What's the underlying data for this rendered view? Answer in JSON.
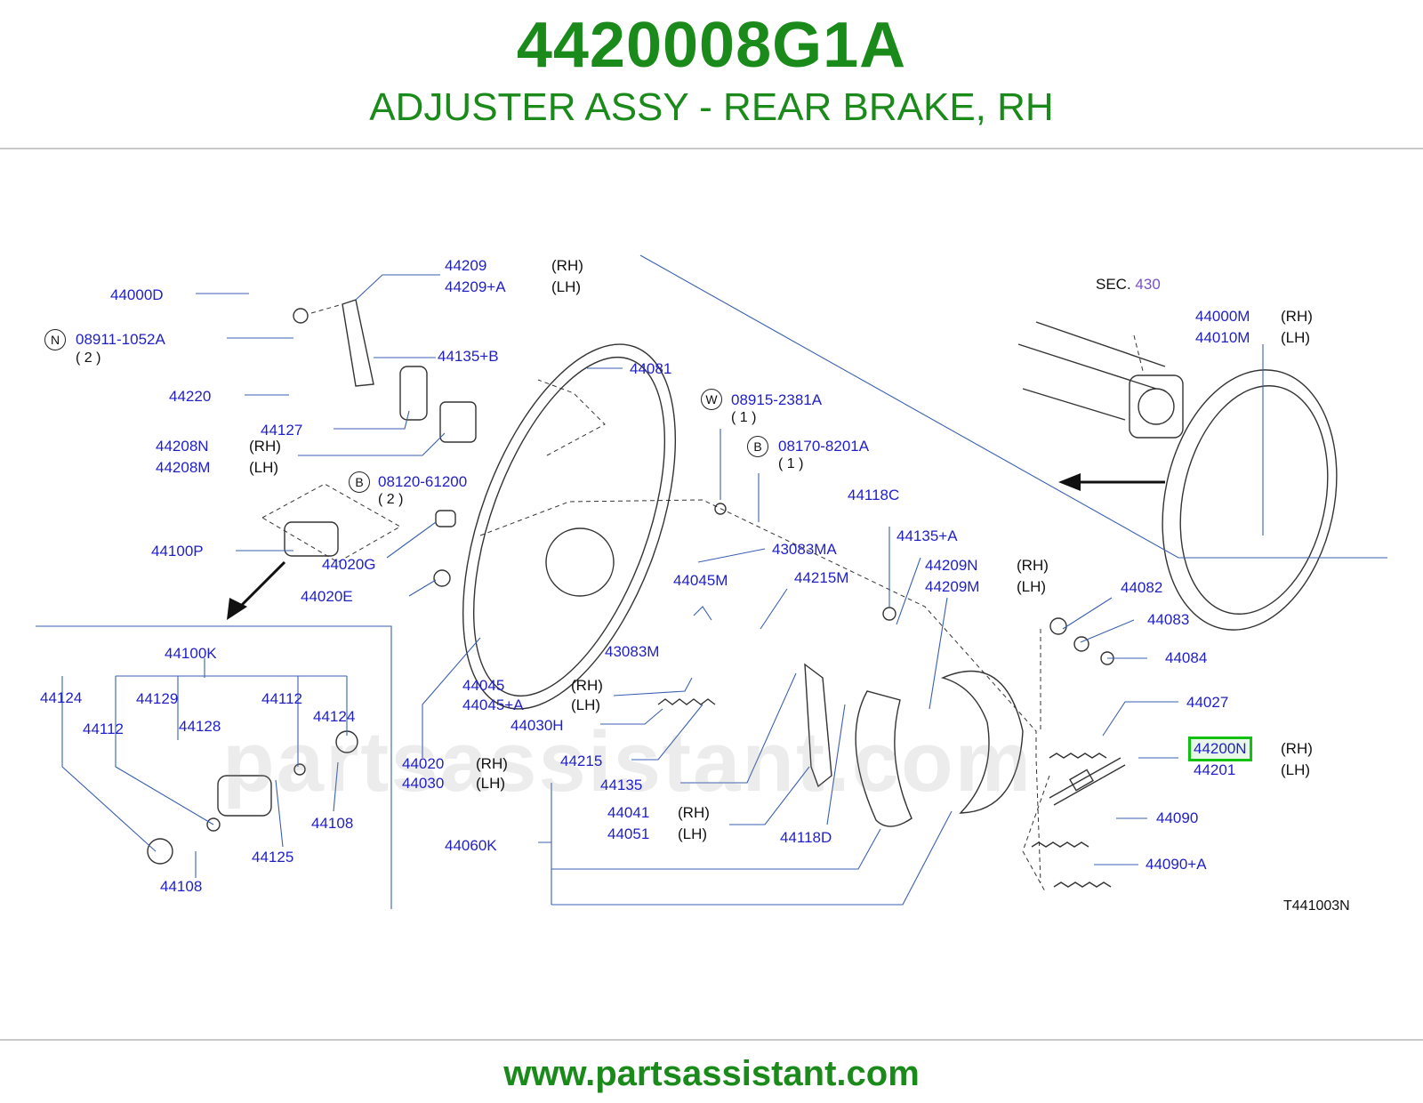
{
  "header": {
    "part_number": "4420008G1A",
    "description": "ADJUSTER ASSY - REAR BRAKE, RH"
  },
  "footer": {
    "url": "www.partsassistant.com"
  },
  "watermark": "partsassistant.com",
  "colors": {
    "brand_green": "#1a8a1a",
    "label_blue": "#1f1fc8",
    "highlight": "#12c012",
    "line_blue": "#3a5fb0"
  },
  "diagram": {
    "ref_code": "T441003N",
    "section": {
      "prefix": "SEC.",
      "number": "430"
    },
    "highlighted_part": "44200N",
    "labels": {
      "p44000D": "44000D",
      "p08911": "08911-1052A",
      "p08911_qty": "( 2 )",
      "p44209": "44209",
      "p44209A": "44209+A",
      "p44135B": "44135+B",
      "p44220": "44220",
      "p44127": "44127",
      "p44208N": "44208N",
      "p44208M": "44208M",
      "p44081": "44081",
      "p08915": "08915-2381A",
      "p08915_qty": "( 1 )",
      "p08170": "08170-8201A",
      "p08170_qty": "( 1 )",
      "p08120": "08120-61200",
      "p08120_qty": "( 2 )",
      "p44100P": "44100P",
      "p44020G": "44020G",
      "p44020E": "44020E",
      "p43083MA": "43083MA",
      "p44045M": "44045M",
      "p44215M": "44215M",
      "p43083M": "43083M",
      "p44118C": "44118C",
      "p44135A": "44135+A",
      "p44209N": "44209N",
      "p44209M": "44209M",
      "p44082": "44082",
      "p44083": "44083",
      "p44084": "44084",
      "p44000M": "44000M",
      "p44010M": "44010M",
      "p44100K": "44100K",
      "p44124a": "44124",
      "p44129": "44129",
      "p44112a": "44112",
      "p44124b": "44124",
      "p44112b": "44112",
      "p44128": "44128",
      "p44108a": "44108",
      "p44125": "44125",
      "p44108b": "44108",
      "p44045": "44045",
      "p44045A": "44045+A",
      "p44030H": "44030H",
      "p44020": "44020",
      "p44030": "44030",
      "p44215": "44215",
      "p44135": "44135",
      "p44041": "44041",
      "p44051": "44051",
      "p44060K": "44060K",
      "p44118D": "44118D",
      "p44027": "44027",
      "p44200N": "44200N",
      "p44201": "44201",
      "p44090": "44090",
      "p44090A": "44090+A"
    },
    "sides": {
      "rh": "(RH)",
      "lh": "(LH)"
    },
    "circle_letters": {
      "n": "N",
      "w": "W",
      "b": "B"
    }
  }
}
